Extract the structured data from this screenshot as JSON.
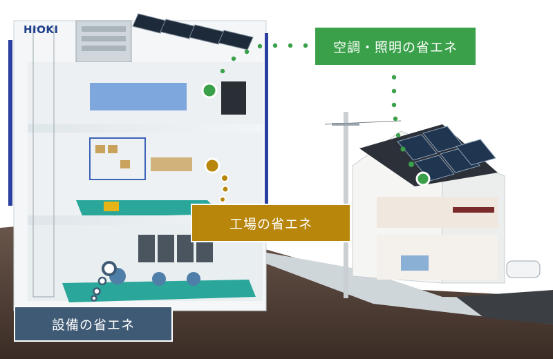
{
  "logo": {
    "text": "HIOKI"
  },
  "labels": {
    "hvac_lighting": "空調・照明の省エネ",
    "factory": "工場の省エネ",
    "equipment": "設備の省エネ"
  },
  "colors": {
    "green": "#3aa14a",
    "gold": "#b8860b",
    "navy": "#3f5a74",
    "ground": "#4a3a32",
    "brand_blue": "#1f3f8f"
  }
}
